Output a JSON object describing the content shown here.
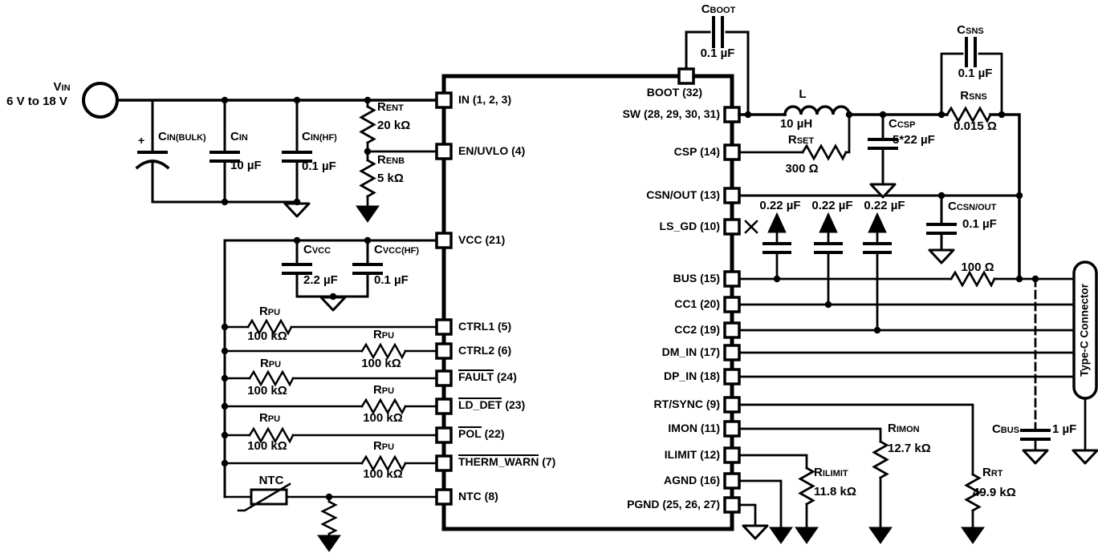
{
  "source": {
    "main": "V",
    "sub": "IN",
    "range": "6 V to 18 V",
    "polarity": "+"
  },
  "input_caps": {
    "cin_bulk": {
      "main": "C",
      "sub": "IN(BULK)"
    },
    "cin": {
      "main": "C",
      "sub": "IN",
      "value": "10 µF"
    },
    "cin_hf": {
      "main": "C",
      "sub": "IN(HF)",
      "value": "0.1 µF"
    }
  },
  "enable_divider": {
    "rent": {
      "main": "R",
      "sub": "ENT",
      "value": "20 kΩ"
    },
    "renb": {
      "main": "R",
      "sub": "ENB",
      "value": "5 kΩ"
    }
  },
  "vcc_caps": {
    "cvcc": {
      "main": "C",
      "sub": "VCC",
      "value": "2.2 µF"
    },
    "cvcc_hf": {
      "main": "C",
      "sub": "VCC(HF)",
      "value": "0.1 µF"
    }
  },
  "pullup": {
    "main": "R",
    "sub": "PU",
    "value": "100 kΩ"
  },
  "ntc": {
    "label": "NTC"
  },
  "ic": {
    "top_pin": {
      "label": "BOOT (32)"
    },
    "left_pins": [
      {
        "label": "IN (1, 2, 3)"
      },
      {
        "label": "EN/UVLO (4)"
      },
      {
        "label": "VCC (21)"
      },
      {
        "label": "CTRL1 (5)"
      },
      {
        "label": "CTRL2 (6)"
      },
      {
        "name": "FAULT",
        "num": " (24)"
      },
      {
        "name": "LD_DET",
        "num": " (23)"
      },
      {
        "name": "POL",
        "num": " (22)"
      },
      {
        "name": "THERM_WARN",
        "num": " (7)"
      },
      {
        "label": "NTC (8)"
      }
    ],
    "right_pins": [
      {
        "label": "SW (28, 29, 30, 31)"
      },
      {
        "label": "CSP (14)"
      },
      {
        "label": "CSN/OUT (13)"
      },
      {
        "label": "LS_GD (10)"
      },
      {
        "label": "BUS (15)"
      },
      {
        "label": "CC1 (20)"
      },
      {
        "label": "CC2 (19)"
      },
      {
        "label": "DM_IN (17)"
      },
      {
        "label": "DP_IN (18)"
      },
      {
        "label": "RT/SYNC (9)"
      },
      {
        "label": "IMON (11)"
      },
      {
        "label": "ILIMIT (12)"
      },
      {
        "label": "AGND (16)"
      },
      {
        "label": "PGND (25, 26, 27)"
      }
    ]
  },
  "output": {
    "cboot": {
      "main": "C",
      "sub": "BOOT",
      "value": "0.1 µF"
    },
    "inductor": {
      "label": "L",
      "value": "10 µH"
    },
    "rset": {
      "main": "R",
      "sub": "SET",
      "value": "300 Ω"
    },
    "ccsp": {
      "main": "C",
      "sub": "CSP",
      "value": "5*22 µF"
    },
    "csns": {
      "main": "C",
      "sub": "SNS",
      "value": "0.1 µF"
    },
    "rsns": {
      "main": "R",
      "sub": "SNS",
      "value": "0.015 Ω"
    },
    "ccsn_out": {
      "main": "C",
      "sub": "CSN/OUT",
      "value": "0.1 µF"
    },
    "cdec": {
      "value": "0.22 µF"
    },
    "rbus": {
      "value": "100 Ω"
    },
    "cbus": {
      "main": "C",
      "sub": "BUS",
      "value": "1 µF"
    },
    "rimon": {
      "main": "R",
      "sub": "IMON",
      "value": "12.7 kΩ"
    },
    "rilimit": {
      "main": "R",
      "sub": "ILIMIT",
      "value": "11.8 kΩ"
    },
    "rrt": {
      "main": "R",
      "sub": "RT",
      "value": "49.9 kΩ"
    },
    "connector": {
      "label": "Type-C Connector"
    }
  }
}
